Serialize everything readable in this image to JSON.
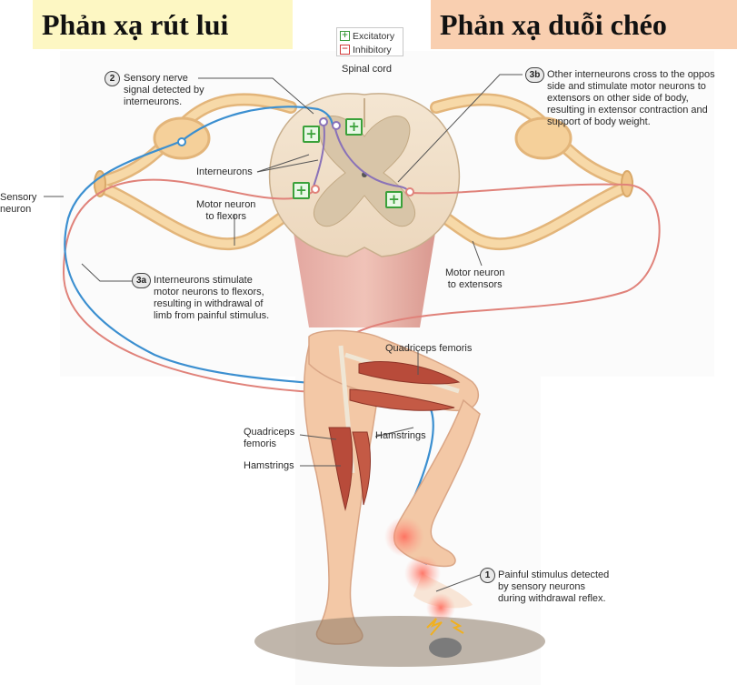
{
  "titles": {
    "left": "Phản xạ rút lui",
    "right": "Phản xạ duỗi chéo"
  },
  "legend": {
    "excitatory": "Excitatory",
    "inhibitory": "Inhibitory",
    "excitatory_symbol": "+",
    "inhibitory_symbol": "−"
  },
  "labels": {
    "spinal_cord": "Spinal cord",
    "sensory_neuron": "Sensory\nneuron",
    "interneurons": "Interneurons",
    "motor_neuron_flexors": "Motor neuron\nto flexors",
    "motor_neuron_extensors": "Motor neuron\nto extensors",
    "quadriceps_top": "Quadriceps femoris",
    "hamstrings_right": "Hamstrings",
    "quadriceps_left": "Quadriceps\nfemoris",
    "hamstrings_left": "Hamstrings"
  },
  "steps": [
    {
      "number": "2",
      "text": "Sensory nerve\nsignal detected by\ninterneurons."
    },
    {
      "number": "3b",
      "text": "Other interneurons cross to the oppos\nside and stimulate motor neurons to\nextensors on other side of body,\nresulting in extensor contraction and\nsupport of body weight."
    },
    {
      "number": "3a",
      "text": "Interneurons stimulate\nmotor neurons to flexors,\nresulting in withdrawal of\nlimb from painful stimulus."
    },
    {
      "number": "1",
      "text": "Painful stimulus detected\nby sensory neurons\nduring withdrawal reflex."
    }
  ],
  "badge_symbol": "+",
  "colors": {
    "sensory_neuron": "#3b8fd0",
    "motor_neuron": "#e0827a",
    "nerve_tan": "#f1c88f",
    "excitatory": "#3aa13a",
    "inhibitory": "#d23c3c",
    "muscle": "#b84b3a",
    "skin": "#f3c8a6",
    "gray_matter": "#d7c6ac"
  }
}
